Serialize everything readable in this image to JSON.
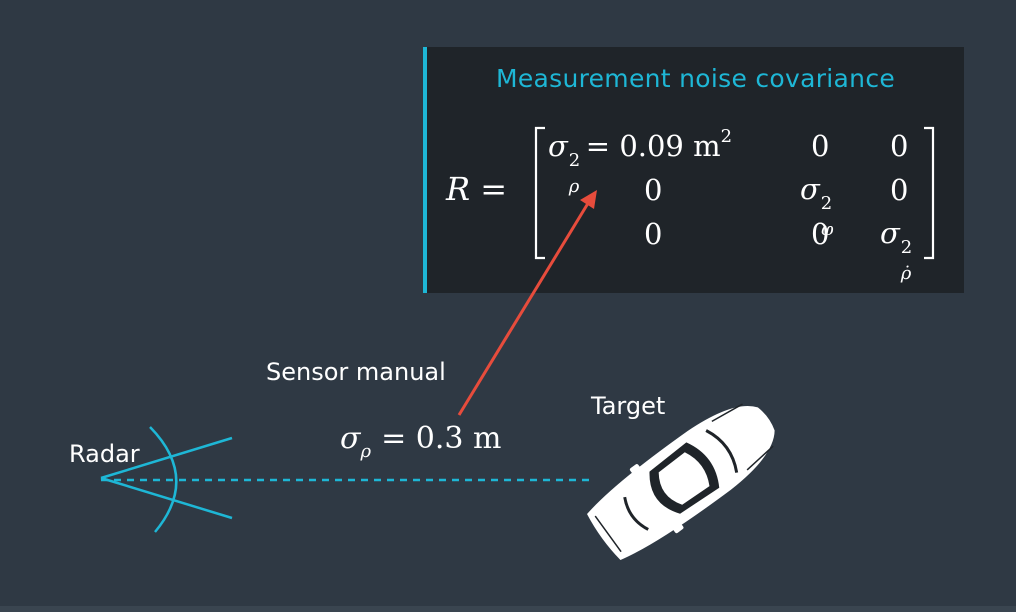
{
  "panel": {
    "title": "Measurement noise covariance",
    "lhs": "R =",
    "matrix": {
      "r1c1_symbol": "σ",
      "r1c1_sup": "2",
      "r1c1_sub": "ρ",
      "r1c1_value": "= 0.09 m",
      "r1c1_unit_sup": "2",
      "r1c2": "0",
      "r1c3": "0",
      "r2c1": "0",
      "r2c2_symbol": "σ",
      "r2c2_sup": "2",
      "r2c2_sub": "φ",
      "r2c3": "0",
      "r3c1": "0",
      "r3c2": "0",
      "r3c3_symbol": "σ",
      "r3c3_sup": "2",
      "r3c3_sub": "ρ̇"
    }
  },
  "labels": {
    "sensor_manual": "Sensor manual",
    "target": "Target",
    "radar": "Radar"
  },
  "equation": {
    "symbol": "σ",
    "sub": "ρ",
    "value": "= 0.3 m"
  },
  "colors": {
    "background": "#2f3944",
    "panel": "#1f2429",
    "accent": "#1eb7d6",
    "arrow": "#e74c3c",
    "text": "#ffffff"
  }
}
